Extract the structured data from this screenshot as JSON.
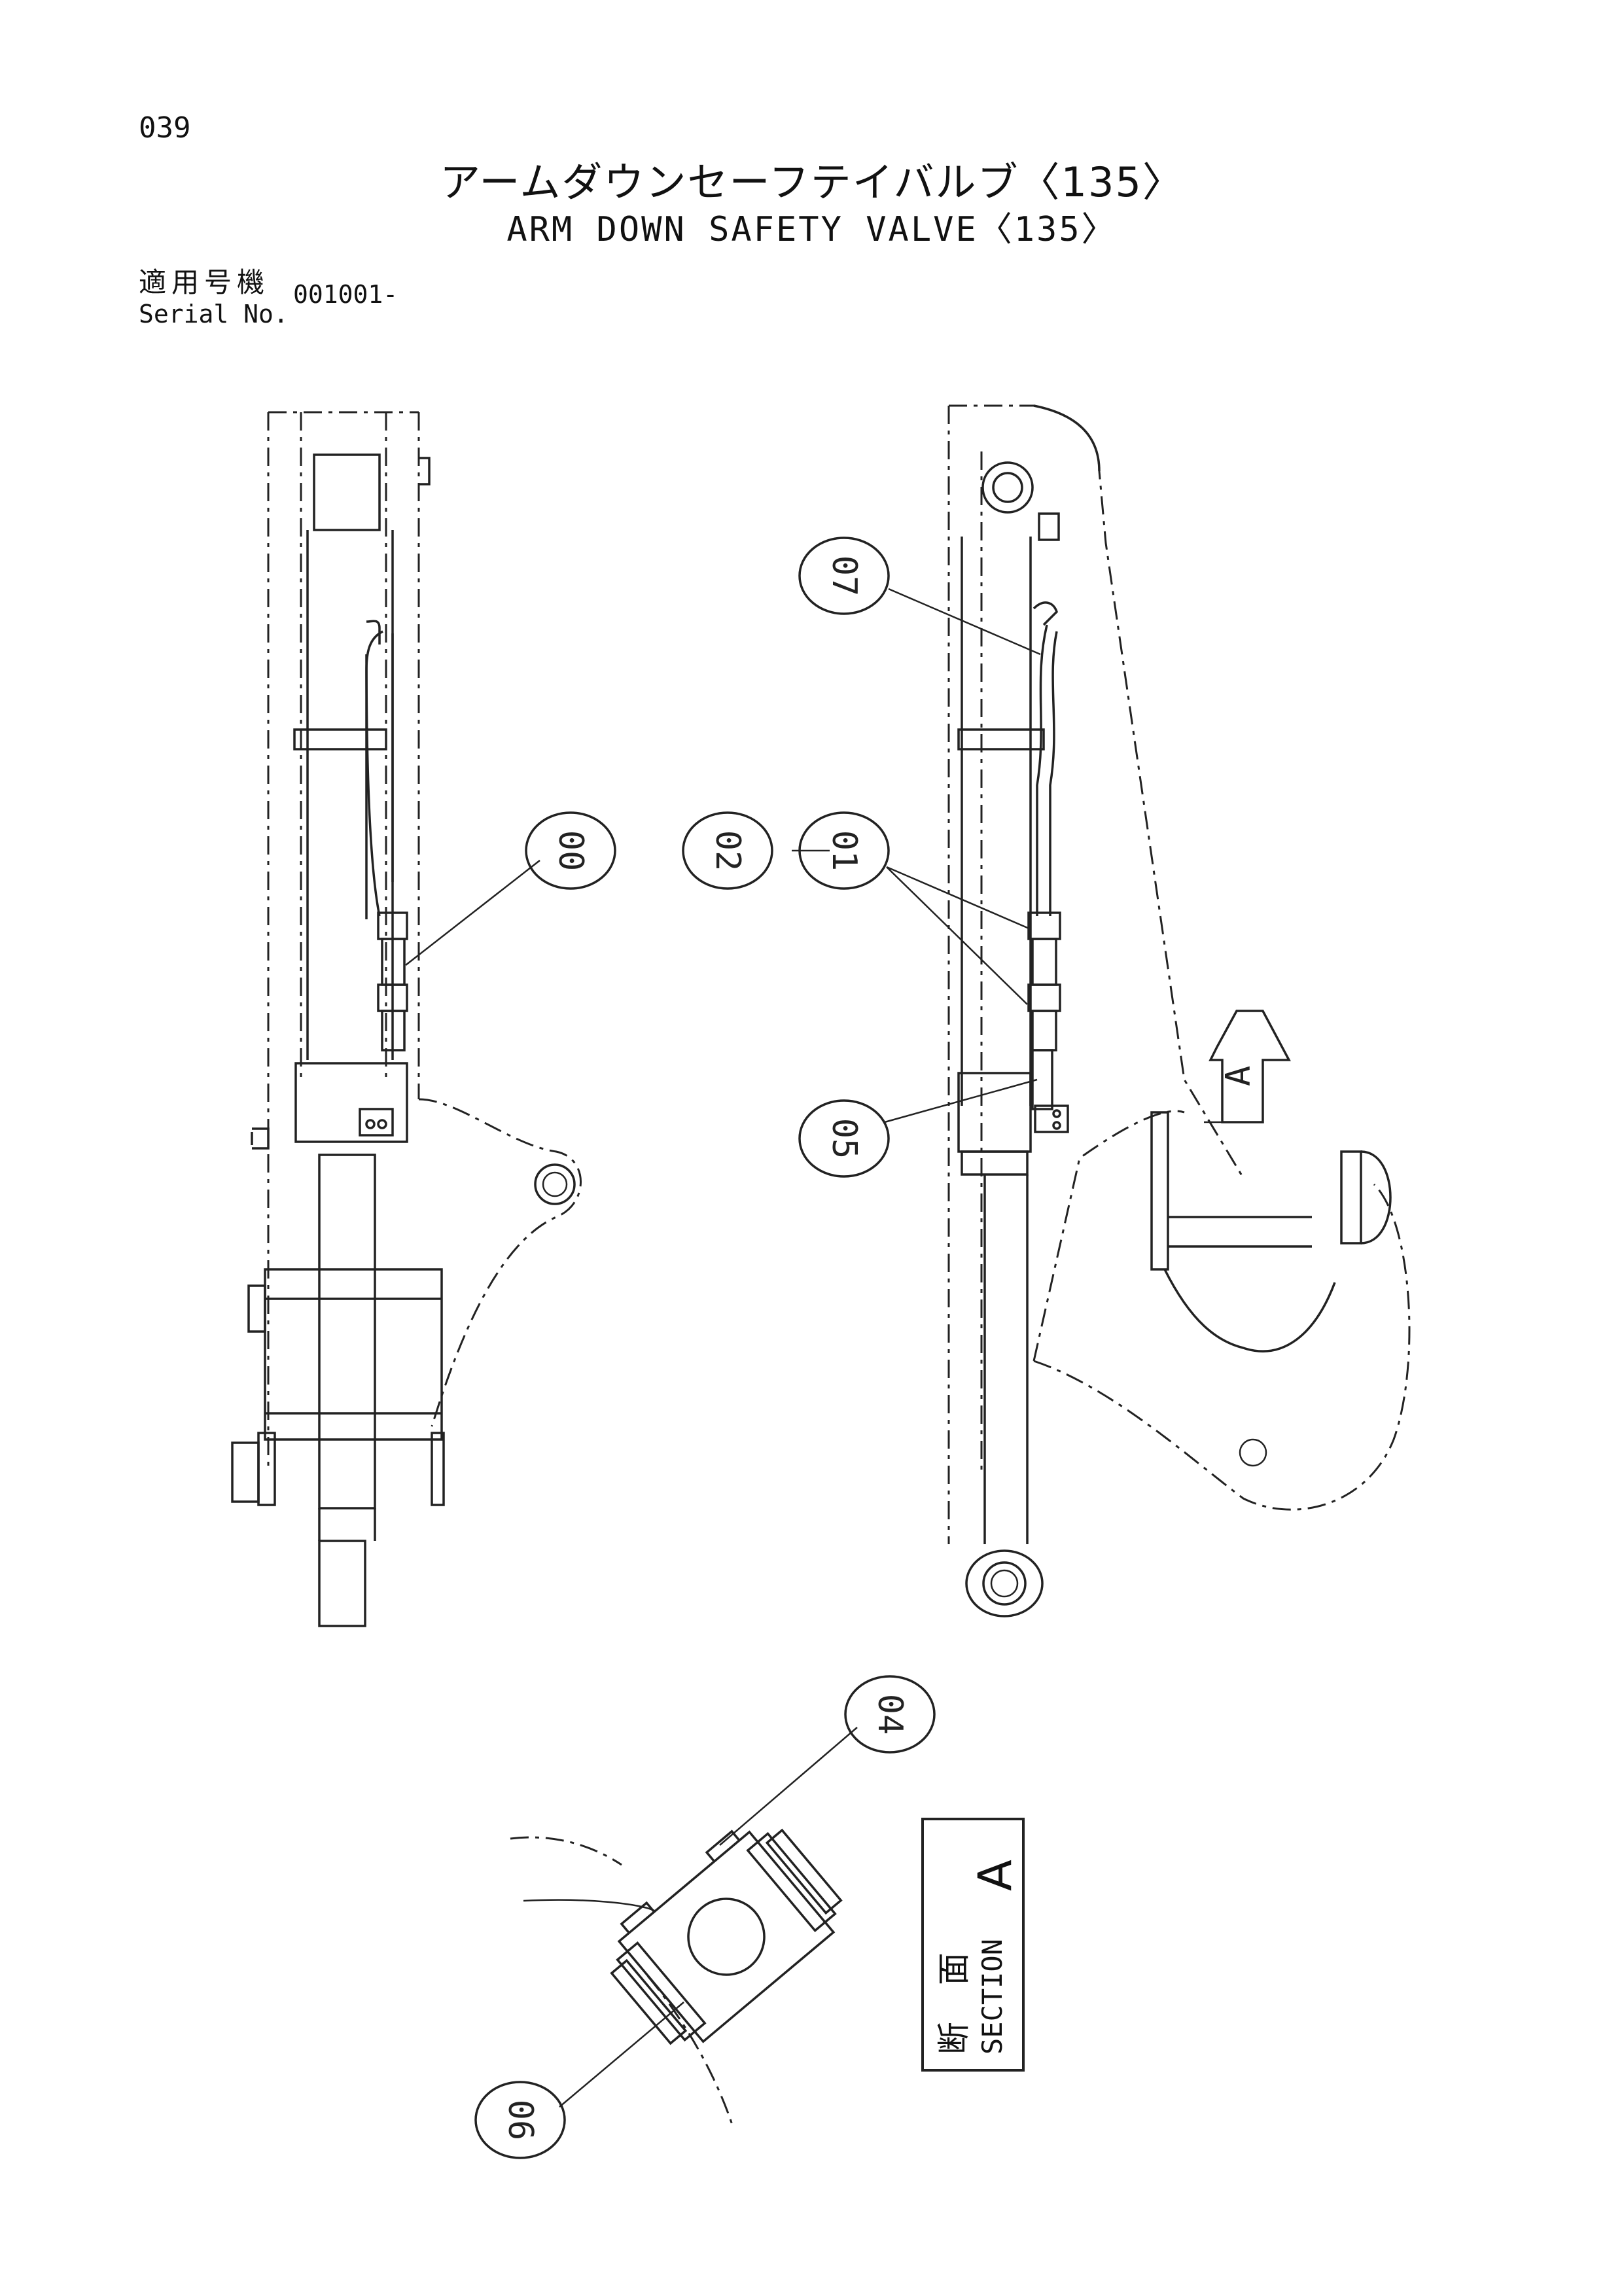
{
  "page": {
    "number": "039",
    "title_jp": "アームダウンセーフテイバルブ〈135〉",
    "title_en": "ARM DOWN SAFETY VALVE〈135〉",
    "serial_label_jp": "適用号機",
    "serial_label_en": "Serial No.",
    "serial_value": "001001-"
  },
  "callouts": [
    "00",
    "02",
    "01",
    "07",
    "05",
    "04",
    "06"
  ],
  "section": {
    "letter": "A",
    "label_jp": "断 面",
    "label_en": "SECTION",
    "view_arrow_letter": "A"
  }
}
